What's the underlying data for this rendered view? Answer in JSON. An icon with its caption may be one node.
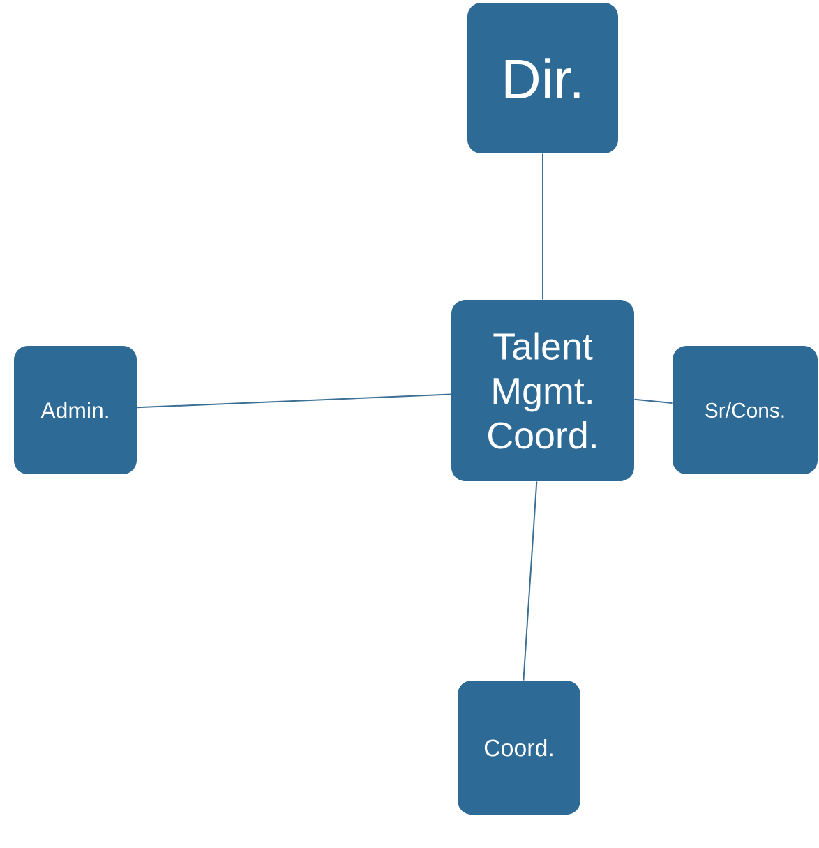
{
  "diagram": {
    "nodes": [
      {
        "text": [
          "Dir."
        ]
      },
      {
        "text": [
          "Talent Mgmt. Coord."
        ]
      },
      {
        "text": [
          "Admin."
        ]
      },
      {
        "text": [
          "Sr/Cons."
        ]
      },
      {
        "text": [
          "Coord."
        ]
      }
    ],
    "edges": [
      {
        "from": 1,
        "to": 0,
        "arrow": "none"
      },
      {
        "from": 1,
        "to": 2,
        "arrow": "none"
      },
      {
        "from": 1,
        "to": 3,
        "arrow": "none"
      },
      {
        "from": 1,
        "to": 4,
        "arrow": "none"
      }
    ]
  }
}
